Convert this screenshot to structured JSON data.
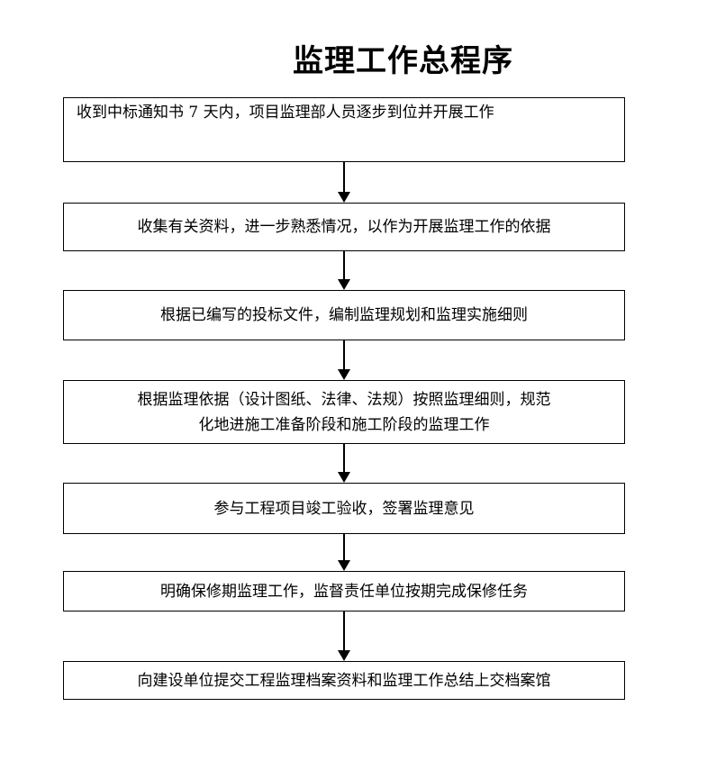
{
  "title": "监理工作总程序",
  "steps": [
    {
      "text": "收到中标通知书 7 天内，项目监理部人员逐步到位并开展工作"
    },
    {
      "text": "收集有关资料，进一步熟悉情况，以作为开展监理工作的依据"
    },
    {
      "text": "根据已编写的投标文件，编制监理规划和监理实施细则"
    },
    {
      "line1": "根据监理依据（设计图纸、法律、法规）按照监理细则，规范",
      "line2": "化地进施工准备阶段和施工阶段的监理工作"
    },
    {
      "text": "参与工程项目竣工验收，签署监理意见"
    },
    {
      "text": "明确保修期监理工作，监督责任单位按期完成保修任务"
    },
    {
      "text": "向建设单位提交工程监理档案资料和监理工作总结上交档案馆"
    }
  ]
}
